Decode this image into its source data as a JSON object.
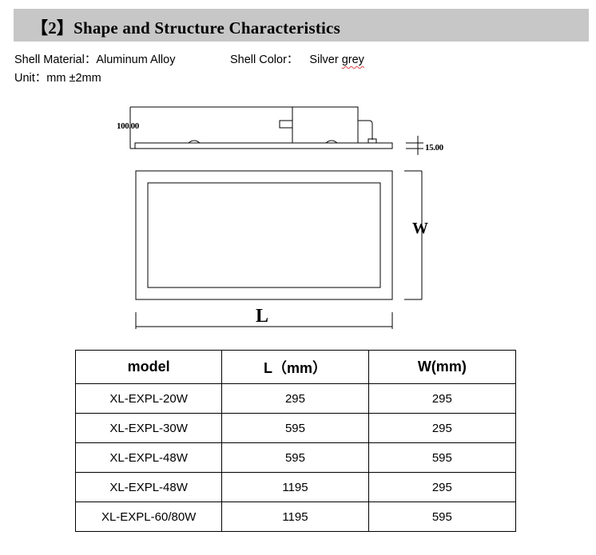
{
  "section": {
    "title": "【2】Shape and Structure Characteristics"
  },
  "specs": {
    "shell_material_label": "Shell Material：",
    "shell_material_value": "Aluminum Alloy",
    "shell_color_label": "Shell Color：",
    "shell_color_value_plain": "Silver ",
    "shell_color_value_marked": "grey",
    "unit_label": "Unit：",
    "unit_value": "mm ±2mm"
  },
  "drawing": {
    "height_dim": "100.00",
    "thickness_dim": "15.00",
    "width_label": "W",
    "length_label": "L"
  },
  "table": {
    "headers": [
      "model",
      "L（mm）",
      "W(mm)"
    ],
    "rows": [
      [
        "XL-EXPL-20W",
        "295",
        "295"
      ],
      [
        "XL-EXPL-30W",
        "595",
        "295"
      ],
      [
        "XL-EXPL-48W",
        "595",
        "595"
      ],
      [
        "XL-EXPL-48W",
        "1195",
        "295"
      ],
      [
        "XL-EXPL-60/80W",
        "1195",
        "595"
      ]
    ]
  }
}
